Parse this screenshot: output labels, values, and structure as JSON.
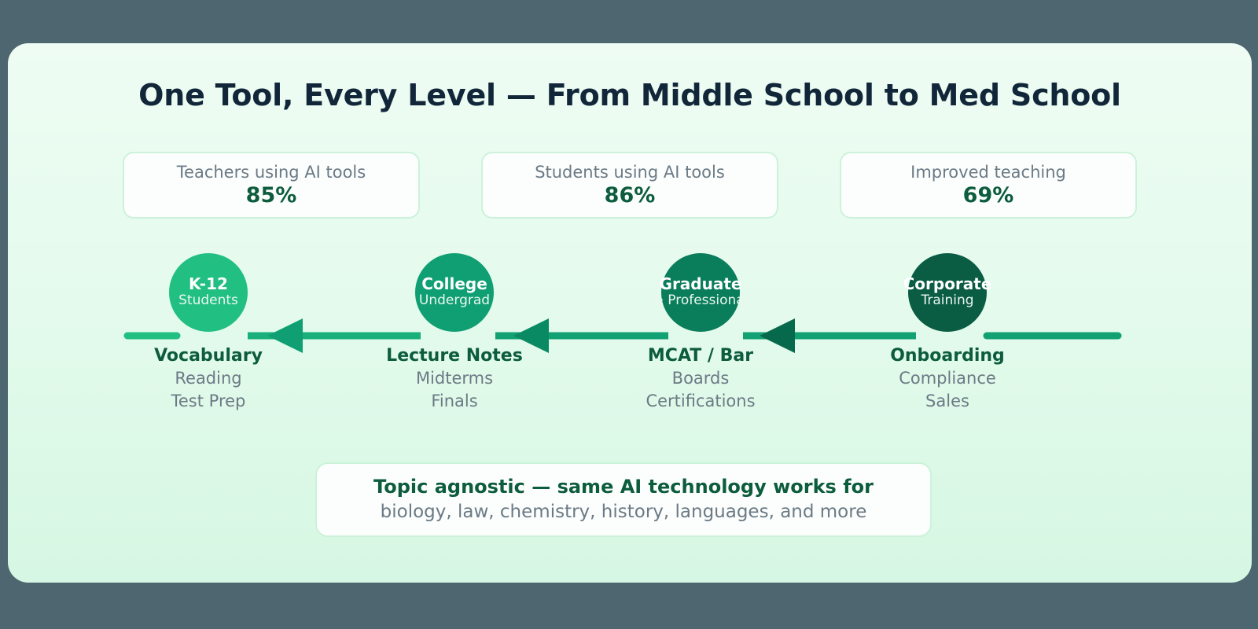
{
  "page": {
    "title": "One Tool, Every Level — From Middle School to Med School",
    "backdrop_color": "#4d6670",
    "card_gradient_top": "#eefcf3",
    "card_gradient_bottom": "#d6f7e3",
    "accent_dark_green": "#0c5c3d",
    "muted_text_color": "#6b7a85",
    "title_color": "#12263a"
  },
  "stats": [
    {
      "label": "Teachers using AI tools",
      "value": "85%"
    },
    {
      "label": "Students using AI tools",
      "value": "86%"
    },
    {
      "label": "Improved teaching",
      "value": "69%"
    }
  ],
  "pipeline": {
    "direction": "right-to-left",
    "nodes": [
      {
        "title": "K-12",
        "subtitle": "Students",
        "color": "#21bf82",
        "caption_head": "Vocabulary",
        "caption_lines": [
          "Reading",
          "Test Prep"
        ]
      },
      {
        "title": "College",
        "subtitle": "Undergrad",
        "color": "#0f9f72",
        "caption_head": "Lecture Notes",
        "caption_lines": [
          "Midterms",
          "Finals"
        ]
      },
      {
        "title": "Graduate",
        "subtitle": "& Professional",
        "color": "#0a7d5a",
        "caption_head": "MCAT / Bar",
        "caption_lines": [
          "Boards",
          "Certifications"
        ]
      },
      {
        "title": "Corporate",
        "subtitle": "Training",
        "color": "#0a5c43",
        "caption_head": "Onboarding",
        "caption_lines": [
          "Compliance",
          "Sales"
        ]
      }
    ],
    "connector_colors": [
      "#21bf82",
      "#19b07c",
      "#12a173",
      "#0f9f72"
    ],
    "arrow_colors": [
      "#0f9f72",
      "#0a8a62",
      "#07694c"
    ]
  },
  "footer": {
    "headline": "Topic agnostic — same AI technology works for",
    "subline": "biology, law, chemistry, history, languages, and more"
  }
}
